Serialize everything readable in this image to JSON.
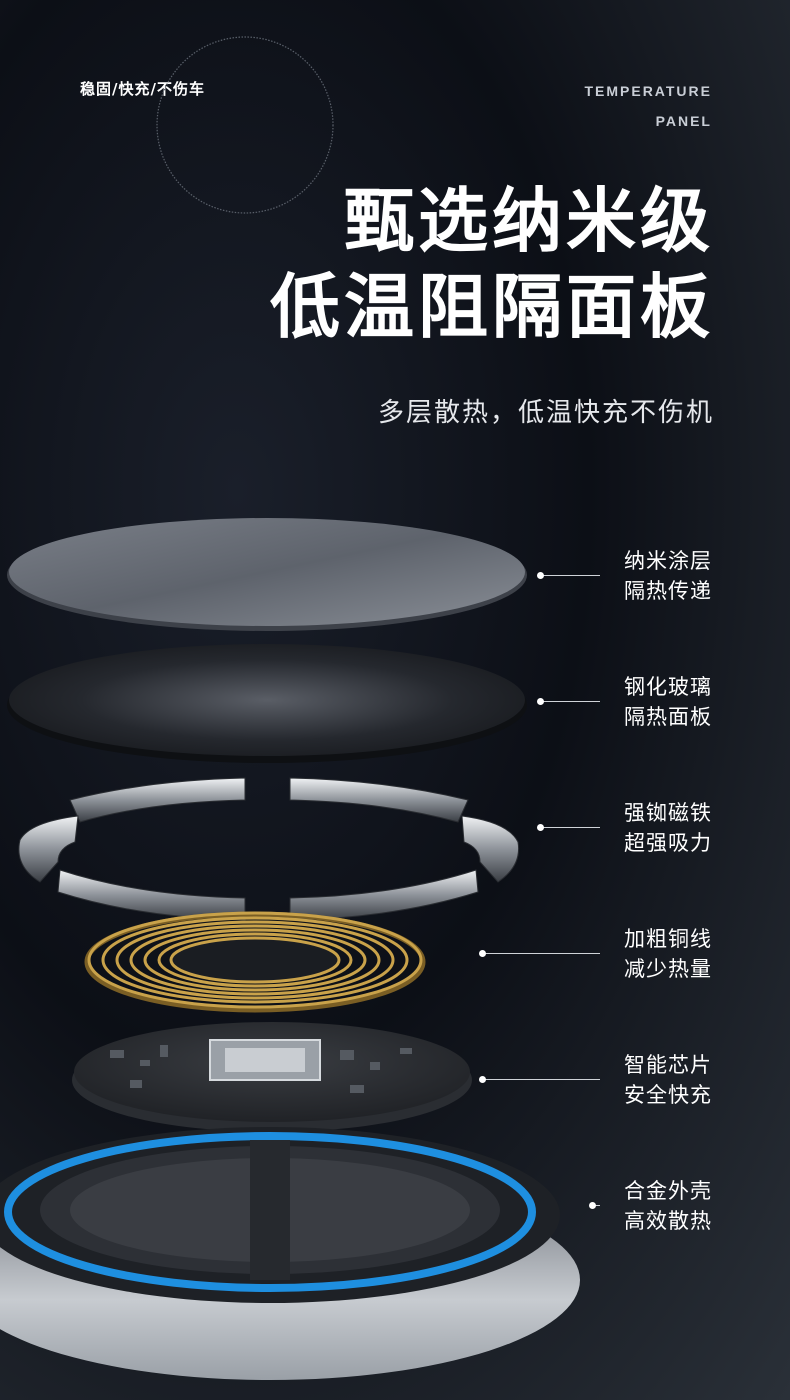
{
  "header": {
    "tagline": "稳固/快充/不伤车",
    "section_en_line1": "TEMPERATURE",
    "section_en_line2": "PANEL",
    "title_line1": "甄选纳米级",
    "title_line2": "低温阻隔面板",
    "subtitle": "多层散热，低温快充不伤机"
  },
  "layers": [
    {
      "line1": "纳米涂层",
      "line2": "隔热传递"
    },
    {
      "line1": "钢化玻璃",
      "line2": "隔热面板"
    },
    {
      "line1": "强铷磁铁",
      "line2": "超强吸力"
    },
    {
      "line1": "加粗铜线",
      "line2": "减少热量"
    },
    {
      "line1": "智能芯片",
      "line2": "安全快充"
    },
    {
      "line1": "合金外壳",
      "line2": "高效散热"
    }
  ],
  "colors": {
    "accent_blue": "#1e8fe0",
    "coil_gold": "#c9a24a",
    "plate_grey": "#6b7079"
  }
}
